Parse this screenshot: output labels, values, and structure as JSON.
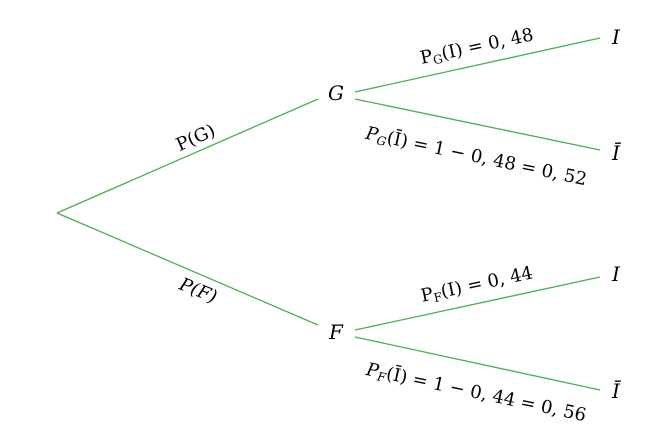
{
  "colors": {
    "branch": "#4caf50"
  },
  "root_branches": [
    {
      "label": "P(G)",
      "node": "G"
    },
    {
      "label": "P(F)",
      "node": "F"
    }
  ],
  "leaves": [
    {
      "node": "I",
      "label": {
        "p": "P",
        "sub": "G",
        "rest": "(I) = 0, 48"
      }
    },
    {
      "node": "Ī",
      "label": {
        "p": "P",
        "sub": "G",
        "rest": "(Ī) = 1 − 0, 48 = 0, 52"
      }
    },
    {
      "node": "I",
      "label": {
        "p": "P",
        "sub": "F",
        "rest": "(I) = 0, 44"
      }
    },
    {
      "node": "Ī",
      "label": {
        "p": "P",
        "sub": "F",
        "rest": "(Ī) = 1 − 0, 44 = 0, 56"
      }
    }
  ]
}
